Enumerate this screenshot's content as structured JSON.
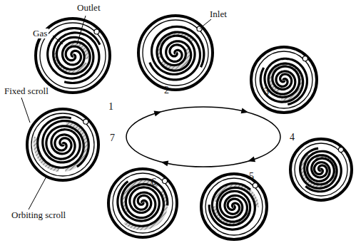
{
  "diagram": {
    "labels": [
      "Gas",
      "Outlet",
      "Inlet",
      "Fixed scroll",
      "Orbiting scroll",
      "1",
      "2",
      "3",
      "4",
      "5",
      "6",
      "7"
    ]
  }
}
